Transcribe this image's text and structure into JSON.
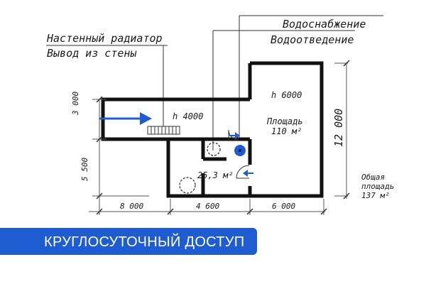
{
  "labels": {
    "radiator": "Настенный радиатор",
    "wall_outlet": "Вывод из стены",
    "water_supply": "Водоснабжение",
    "drainage": "Водоотведение"
  },
  "rooms": {
    "left_ceiling": "h 4000",
    "right_ceiling": "h 6000",
    "area_label": "Площадь",
    "area_value": "110 м²",
    "small_area": "25,3 м²"
  },
  "total": {
    "label_line1": "Общая",
    "label_line2": "площадь",
    "value": "137 м²"
  },
  "dimensions": {
    "left_width": "8 000",
    "middle_width": "4 600",
    "right_width": "6 000",
    "upper_height": "3 000",
    "lower_height": "5 500",
    "total_height": "12 000"
  },
  "banner": {
    "text": "КРУГЛОСУТОЧНЫЙ ДОСТУП"
  },
  "colors": {
    "accent": "#1f5bd1",
    "wall": "#111111",
    "dim_line": "#555555"
  },
  "icons": [
    "arrow-right-icon",
    "radiator-icon",
    "drain-icon",
    "water-supply-icon",
    "door-icon",
    "door-arrow-icon",
    "fixture-circle-icon"
  ]
}
